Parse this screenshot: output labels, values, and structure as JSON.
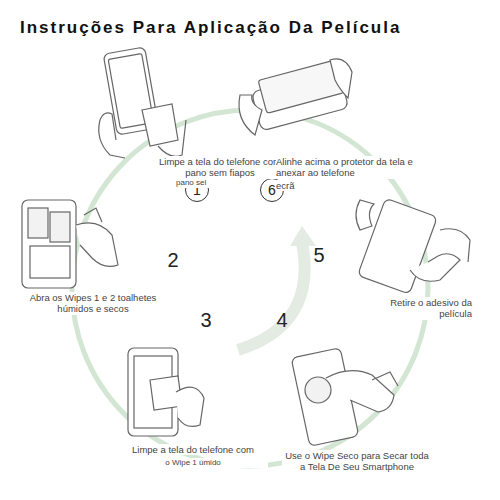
{
  "diagram": {
    "title": "Instruções Para Aplicação Da Película",
    "nodes": [
      {
        "text": [
          "1"
        ]
      },
      {
        "text": [
          "6"
        ]
      }
    ],
    "labels": [
      "Limpe a tela do telefone com pano sem fiapos",
      "pano sel",
      "Alinhe acima o protetor da tela e anexar ao telefone",
      "ecrã",
      "2",
      "5",
      "Abra os Wipes 1 e 2 toalhetes húmidos e secos",
      "Retire o adesivo da película",
      "3",
      "4",
      "Limpe a tela do telefone com",
      "o Wipe 1 úmido",
      "Use o Wipe Seco para Secar toda a Tela De Seu Smartphone"
    ]
  }
}
